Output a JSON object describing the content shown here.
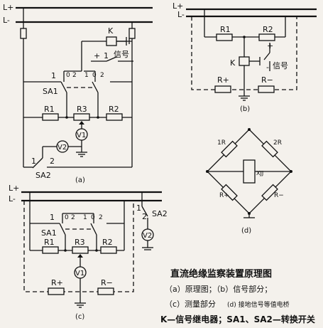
{
  "labels": {
    "l_plus": "L+",
    "l_minus": "L-",
    "k": "K",
    "signal": "信号",
    "plus": "+",
    "minus": "-",
    "sa1": "SA1",
    "sa2": "SA2",
    "r1": "R1",
    "r2": "R2",
    "r3": "R3",
    "v1": "V1",
    "v2": "V2",
    "r_plus": "R+",
    "r_minus": "R−",
    "t0": "0",
    "t1": "1",
    "t2": "2",
    "bridge_1r": "1R",
    "bridge_2r": "2R",
    "bridge_rplus": "R+",
    "bridge_rminus": "R−",
    "xjj": "XJJ"
  },
  "captions": {
    "a": "(a)",
    "b": "(b)",
    "c": "(c)",
    "d": "(d)"
  },
  "legend": {
    "title": "直流绝缘监察装置原理图",
    "line1": "（a）原理图；（b）信号部分；",
    "line2": "（c）测量部分",
    "line2_small": "(d) 接地信号等值电桥",
    "line3": "K—信号继电器；SA1、SA2—转换开关"
  }
}
